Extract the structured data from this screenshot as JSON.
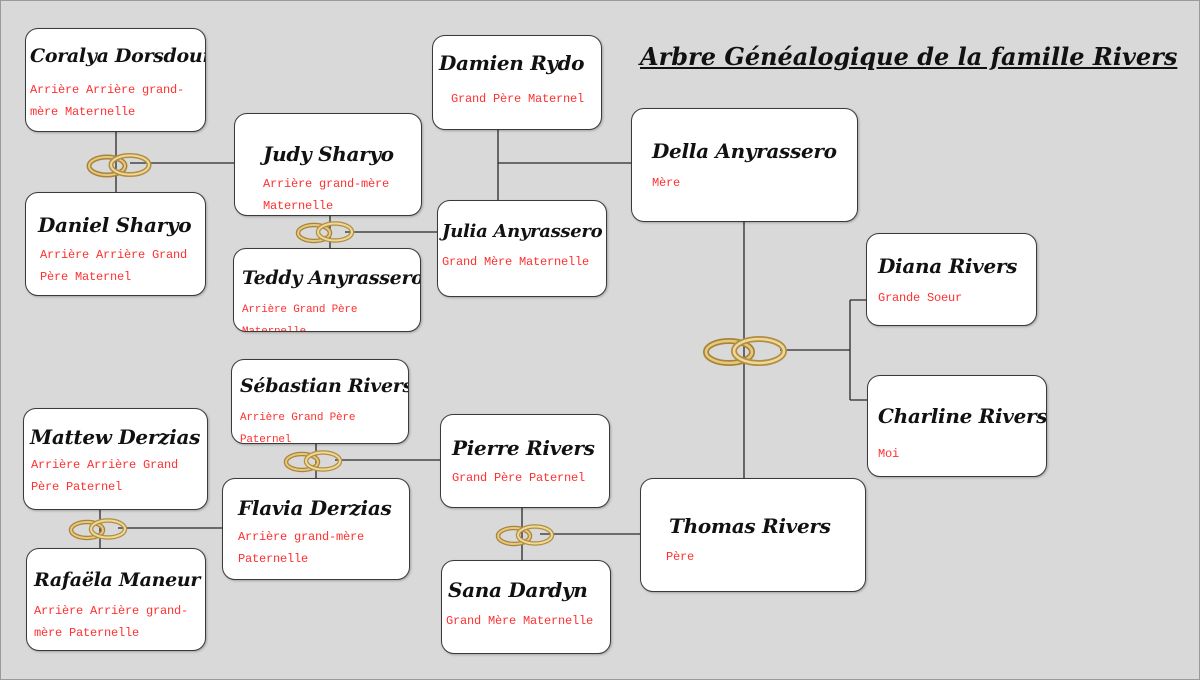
{
  "title": "Arbre Généalogique de la famille Rivers",
  "colors": {
    "background": "#d9d9d9",
    "box": "#ffffff",
    "role_text": "#ff3030",
    "ring_gold": "#c9a55a"
  },
  "icons": {
    "rings": "wedding-rings-icon"
  },
  "people": {
    "coralya": {
      "name": "Coralya Dorsdoun",
      "role": "Arrière Arrière grand-mère Maternelle"
    },
    "daniel": {
      "name": "Daniel Sharyo",
      "role": "Arrière Arrière Grand Père Maternel"
    },
    "judy": {
      "name": "Judy Sharyo",
      "role": "Arrière grand-mère Maternelle"
    },
    "teddy": {
      "name": "Teddy Anyrassero",
      "role": "Arrière Grand Père Maternelle"
    },
    "damien": {
      "name": "Damien Rydo",
      "role": "Grand Père Maternel"
    },
    "julia": {
      "name": "Julia Anyrassero",
      "role": "Grand Mère Maternelle"
    },
    "della": {
      "name": "Della Anyrassero",
      "role": "Mère"
    },
    "diana": {
      "name": "Diana Rivers",
      "role": "Grande Soeur"
    },
    "charline": {
      "name": "Charline Rivers",
      "role": "Moi"
    },
    "sebastian": {
      "name": "Sébastian Rivers",
      "role": "Arrière Grand Père Paternel"
    },
    "mattew": {
      "name": "Mattew Derzias",
      "role": "Arrière Arrière Grand Père Paternel"
    },
    "flavia": {
      "name": "Flavia Derzias",
      "role": "Arrière grand-mère Paternelle"
    },
    "rafaela": {
      "name": "Rafaëla Maneur",
      "role": "Arrière Arrière grand-mère Paternelle"
    },
    "pierre": {
      "name": "Pierre Rivers",
      "role": "Grand Père Paternel"
    },
    "sana": {
      "name": "Sana Dardyn",
      "role": "Grand Mère Maternelle"
    },
    "thomas": {
      "name": "Thomas Rivers",
      "role": "Père"
    }
  }
}
